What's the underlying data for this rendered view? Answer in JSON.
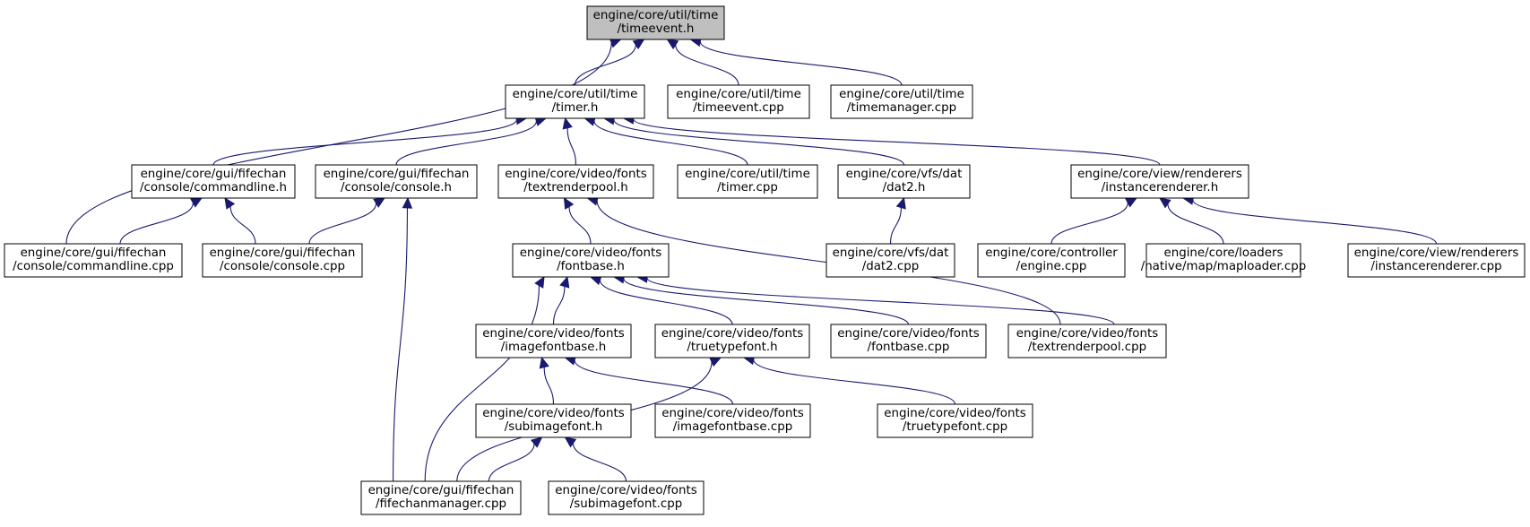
{
  "graph": {
    "edge_color": "#191970",
    "root_fill": "#bfbfbf",
    "nodes": [
      {
        "id": "timeevent_h",
        "lines": [
          "engine/core/util/time",
          "/timeevent.h"
        ],
        "root": true
      },
      {
        "id": "timer_h",
        "lines": [
          "engine/core/util/time",
          "/timer.h"
        ]
      },
      {
        "id": "timeevent_cpp",
        "lines": [
          "engine/core/util/time",
          "/timeevent.cpp"
        ]
      },
      {
        "id": "timemanager_cpp",
        "lines": [
          "engine/core/util/time",
          "/timemanager.cpp"
        ]
      },
      {
        "id": "commandline_h",
        "lines": [
          "engine/core/gui/fifechan",
          "/console/commandline.h"
        ]
      },
      {
        "id": "console_h",
        "lines": [
          "engine/core/gui/fifechan",
          "/console/console.h"
        ]
      },
      {
        "id": "textrenderpool_h",
        "lines": [
          "engine/core/video/fonts",
          "/textrenderpool.h"
        ]
      },
      {
        "id": "timer_cpp",
        "lines": [
          "engine/core/util/time",
          "/timer.cpp"
        ]
      },
      {
        "id": "dat2_h",
        "lines": [
          "engine/core/vfs/dat",
          "/dat2.h"
        ]
      },
      {
        "id": "instancerenderer_h",
        "lines": [
          "engine/core/view/renderers",
          "/instancerenderer.h"
        ]
      },
      {
        "id": "commandline_cpp",
        "lines": [
          "engine/core/gui/fifechan",
          "/console/commandline.cpp"
        ]
      },
      {
        "id": "console_cpp",
        "lines": [
          "engine/core/gui/fifechan",
          "/console/console.cpp"
        ]
      },
      {
        "id": "fontbase_h",
        "lines": [
          "engine/core/video/fonts",
          "/fontbase.h"
        ]
      },
      {
        "id": "dat2_cpp",
        "lines": [
          "engine/core/vfs/dat",
          "/dat2.cpp"
        ]
      },
      {
        "id": "engine_cpp",
        "lines": [
          "engine/core/controller",
          "/engine.cpp"
        ]
      },
      {
        "id": "maploader_cpp",
        "lines": [
          "engine/core/loaders",
          "/native/map/maploader.cpp"
        ]
      },
      {
        "id": "instancerenderer_cpp",
        "lines": [
          "engine/core/view/renderers",
          "/instancerenderer.cpp"
        ]
      },
      {
        "id": "imagefontbase_h",
        "lines": [
          "engine/core/video/fonts",
          "/imagefontbase.h"
        ]
      },
      {
        "id": "truetypefont_h",
        "lines": [
          "engine/core/video/fonts",
          "/truetypefont.h"
        ]
      },
      {
        "id": "fontbase_cpp",
        "lines": [
          "engine/core/video/fonts",
          "/fontbase.cpp"
        ]
      },
      {
        "id": "textrenderpool_cpp",
        "lines": [
          "engine/core/video/fonts",
          "/textrenderpool.cpp"
        ]
      },
      {
        "id": "subimagefont_h",
        "lines": [
          "engine/core/video/fonts",
          "/subimagefont.h"
        ]
      },
      {
        "id": "imagefontbase_cpp",
        "lines": [
          "engine/core/video/fonts",
          "/imagefontbase.cpp"
        ]
      },
      {
        "id": "truetypefont_cpp",
        "lines": [
          "engine/core/video/fonts",
          "/truetypefont.cpp"
        ]
      },
      {
        "id": "fifechanmanager_cpp",
        "lines": [
          "engine/core/gui/fifechan",
          "/fifechanmanager.cpp"
        ]
      },
      {
        "id": "subimagefont_cpp",
        "lines": [
          "engine/core/video/fonts",
          "/subimagefont.cpp"
        ]
      }
    ],
    "edges": [
      {
        "from": "timeevent_h",
        "to": "timer_h"
      },
      {
        "from": "timeevent_h",
        "to": "timeevent_cpp"
      },
      {
        "from": "timeevent_h",
        "to": "timemanager_cpp"
      },
      {
        "from": "timeevent_h",
        "to": "commandline_cpp"
      },
      {
        "from": "timer_h",
        "to": "commandline_h"
      },
      {
        "from": "timer_h",
        "to": "console_h"
      },
      {
        "from": "timer_h",
        "to": "textrenderpool_h"
      },
      {
        "from": "timer_h",
        "to": "timer_cpp"
      },
      {
        "from": "timer_h",
        "to": "dat2_h"
      },
      {
        "from": "timer_h",
        "to": "instancerenderer_h"
      },
      {
        "from": "commandline_h",
        "to": "commandline_cpp"
      },
      {
        "from": "commandline_h",
        "to": "console_cpp"
      },
      {
        "from": "console_h",
        "to": "console_cpp"
      },
      {
        "from": "console_h",
        "to": "fifechanmanager_cpp"
      },
      {
        "from": "textrenderpool_h",
        "to": "fontbase_h"
      },
      {
        "from": "textrenderpool_h",
        "to": "textrenderpool_cpp"
      },
      {
        "from": "dat2_h",
        "to": "dat2_cpp"
      },
      {
        "from": "instancerenderer_h",
        "to": "engine_cpp"
      },
      {
        "from": "instancerenderer_h",
        "to": "maploader_cpp"
      },
      {
        "from": "instancerenderer_h",
        "to": "instancerenderer_cpp"
      },
      {
        "from": "fontbase_h",
        "to": "imagefontbase_h"
      },
      {
        "from": "fontbase_h",
        "to": "truetypefont_h"
      },
      {
        "from": "fontbase_h",
        "to": "fontbase_cpp"
      },
      {
        "from": "fontbase_h",
        "to": "textrenderpool_cpp"
      },
      {
        "from": "fontbase_h",
        "to": "fifechanmanager_cpp"
      },
      {
        "from": "imagefontbase_h",
        "to": "subimagefont_h"
      },
      {
        "from": "imagefontbase_h",
        "to": "imagefontbase_cpp"
      },
      {
        "from": "truetypefont_h",
        "to": "truetypefont_cpp"
      },
      {
        "from": "truetypefont_h",
        "to": "fifechanmanager_cpp"
      },
      {
        "from": "subimagefont_h",
        "to": "fifechanmanager_cpp"
      },
      {
        "from": "subimagefont_h",
        "to": "subimagefont_cpp"
      }
    ]
  }
}
